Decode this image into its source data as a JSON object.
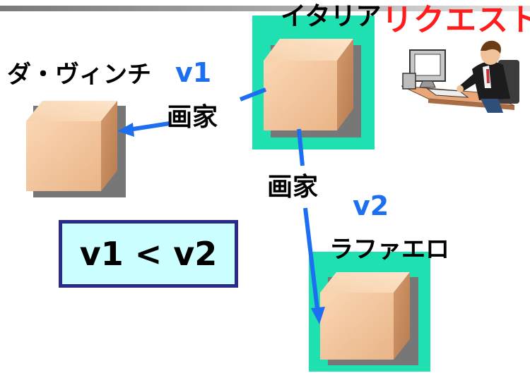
{
  "nodes": {
    "italy": "イタリア",
    "davinci": "ダ・ヴィンチ",
    "raffaello": "ラファエロ"
  },
  "edges": {
    "upper_label": "画家",
    "lower_label": "画家"
  },
  "versions": {
    "v1": "v1",
    "v2": "v2"
  },
  "request_label": "リクエスト",
  "comparison": "v1 < v2",
  "colors": {
    "panel": "#1fe0b0",
    "arrow": "#1d6ff2",
    "request": "#ff1c1c",
    "box_fill": "#ccffff",
    "box_border": "#2a2a8c"
  },
  "icons": [
    "cube-icon",
    "person-at-computer-icon"
  ]
}
